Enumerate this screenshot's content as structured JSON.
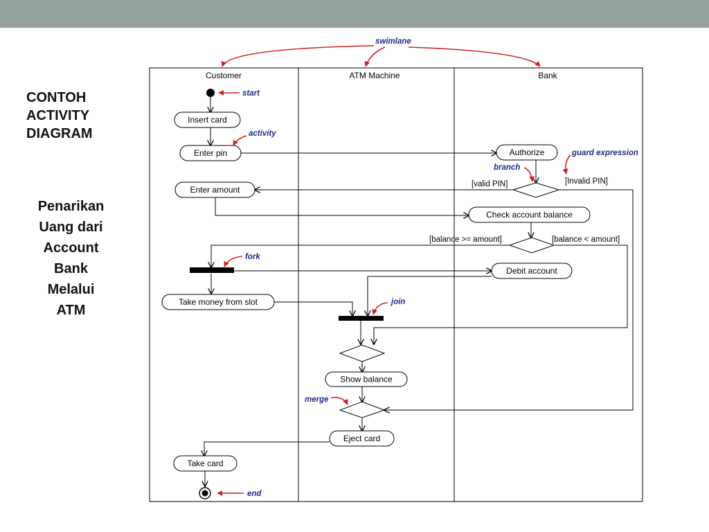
{
  "colors": {
    "header_bar": "#95a19c",
    "annotation_text": "#1f2a8a",
    "annotation_arrow": "#d11f1f"
  },
  "slide": {
    "title_lines": [
      "CONTOH",
      "ACTIVITY",
      "DIAGRAM"
    ],
    "subtitle_lines": [
      "Penarikan",
      "Uang dari",
      "Account",
      "Bank",
      "Melalui",
      "ATM"
    ]
  },
  "diagram": {
    "swimlanes": [
      "Customer",
      "ATM Machine",
      "Bank"
    ],
    "activities": {
      "insert_card": "Insert card",
      "enter_pin": "Enter pin",
      "authorize": "Authorize",
      "enter_amount": "Enter amount",
      "check_balance": "Check account balance",
      "debit_account": "Debit account",
      "take_money": "Take money from slot",
      "show_balance": "Show balance",
      "eject_card": "Eject card",
      "take_card": "Take card"
    },
    "guards": {
      "valid_pin": "[valid PIN]",
      "invalid_pin": "[Invalid PIN]",
      "balance_ok": "[balance >= amount]",
      "balance_low": "[balance < amount]"
    },
    "annotations": {
      "swimlane": "swimlane",
      "start": "start",
      "activity": "activity",
      "branch": "branch",
      "guard_expression": "guard expression",
      "fork": "fork",
      "join": "join",
      "merge": "merge",
      "end": "end"
    }
  }
}
